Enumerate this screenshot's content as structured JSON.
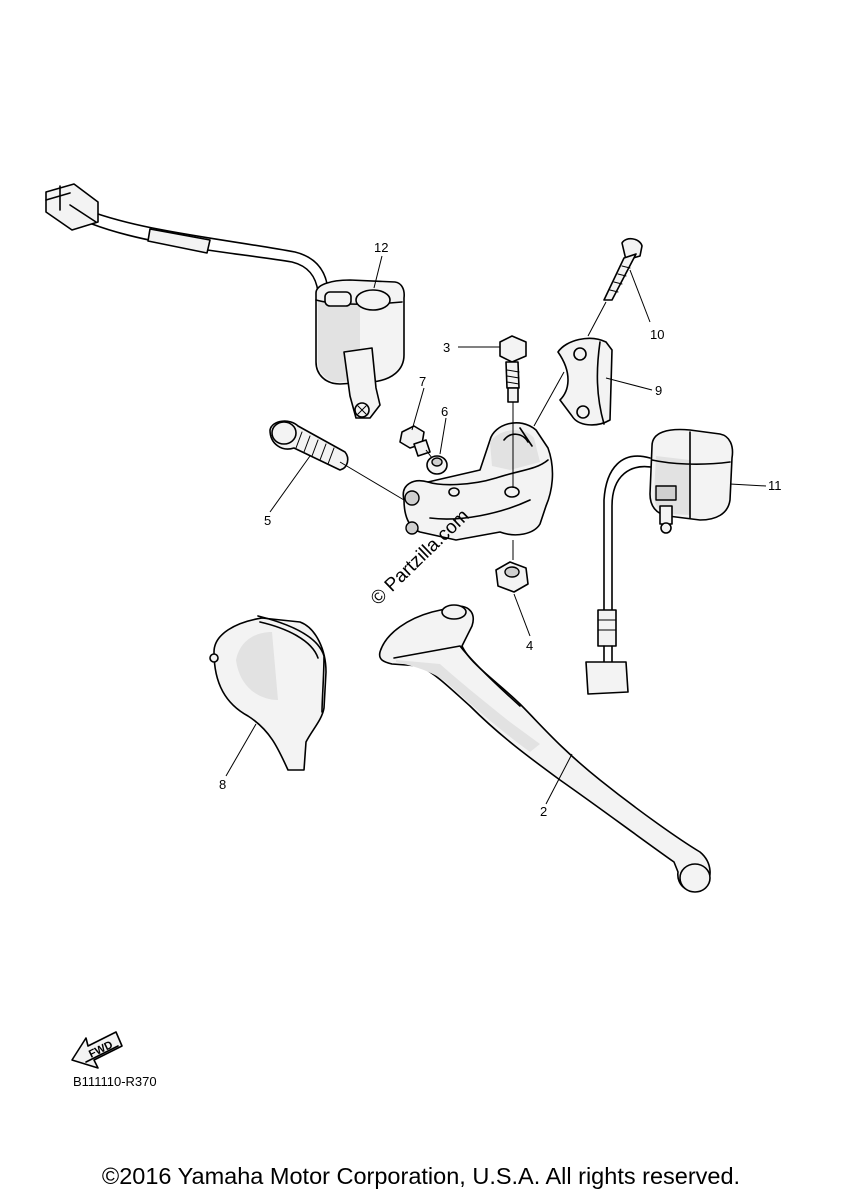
{
  "diagram": {
    "callouts": [
      {
        "id": "12",
        "label": "12"
      },
      {
        "id": "3",
        "label": "3"
      },
      {
        "id": "10",
        "label": "10"
      },
      {
        "id": "9",
        "label": "9"
      },
      {
        "id": "7",
        "label": "7"
      },
      {
        "id": "6",
        "label": "6"
      },
      {
        "id": "11",
        "label": "11"
      },
      {
        "id": "5",
        "label": "5"
      },
      {
        "id": "4",
        "label": "4"
      },
      {
        "id": "8",
        "label": "8"
      },
      {
        "id": "2",
        "label": "2"
      }
    ],
    "watermark": "© Partzilla.com",
    "fwd_label": "FWD",
    "ref_code": "B111110-R370"
  },
  "footer": {
    "copyright": "©2016 Yamaha Motor Corporation, U.S.A. All rights reserved."
  }
}
